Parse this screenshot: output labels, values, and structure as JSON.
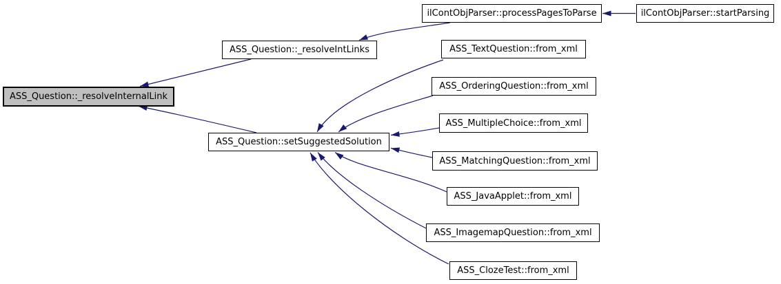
{
  "graph": {
    "type": "caller-graph",
    "colors": {
      "edge": "#191970",
      "node_border": "#000000",
      "node_fill": "#ffffff",
      "highlight_fill": "#bfbfbf",
      "background": "#ffffff",
      "text": "#000000"
    },
    "nodes": [
      {
        "id": "resolveInternalLink",
        "label": "ASS_Question::_resolveInternalLink",
        "highlighted": true
      },
      {
        "id": "resolveIntLinks",
        "label": "ASS_Question::_resolveIntLinks",
        "highlighted": false
      },
      {
        "id": "processPagesToParse",
        "label": "ilContObjParser::processPagesToParse",
        "highlighted": false
      },
      {
        "id": "startParsing",
        "label": "ilContObjParser::startParsing",
        "highlighted": false
      },
      {
        "id": "setSuggestedSolution",
        "label": "ASS_Question::setSuggestedSolution",
        "highlighted": false
      },
      {
        "id": "textQuestion",
        "label": "ASS_TextQuestion::from_xml",
        "highlighted": false
      },
      {
        "id": "orderingQuestion",
        "label": "ASS_OrderingQuestion::from_xml",
        "highlighted": false
      },
      {
        "id": "multipleChoice",
        "label": "ASS_MultipleChoice::from_xml",
        "highlighted": false
      },
      {
        "id": "matchingQuestion",
        "label": "ASS_MatchingQuestion::from_xml",
        "highlighted": false
      },
      {
        "id": "javaApplet",
        "label": "ASS_JavaApplet::from_xml",
        "highlighted": false
      },
      {
        "id": "imagemapQuestion",
        "label": "ASS_ImagemapQuestion::from_xml",
        "highlighted": false
      },
      {
        "id": "clozeTest",
        "label": "ASS_ClozeTest::from_xml",
        "highlighted": false
      }
    ],
    "edges": [
      {
        "from": "startParsing",
        "to": "processPagesToParse"
      },
      {
        "from": "processPagesToParse",
        "to": "resolveIntLinks"
      },
      {
        "from": "resolveIntLinks",
        "to": "resolveInternalLink"
      },
      {
        "from": "setSuggestedSolution",
        "to": "resolveInternalLink"
      },
      {
        "from": "textQuestion",
        "to": "setSuggestedSolution"
      },
      {
        "from": "orderingQuestion",
        "to": "setSuggestedSolution"
      },
      {
        "from": "multipleChoice",
        "to": "setSuggestedSolution"
      },
      {
        "from": "matchingQuestion",
        "to": "setSuggestedSolution"
      },
      {
        "from": "javaApplet",
        "to": "setSuggestedSolution"
      },
      {
        "from": "imagemapQuestion",
        "to": "setSuggestedSolution"
      },
      {
        "from": "clozeTest",
        "to": "setSuggestedSolution"
      }
    ]
  }
}
